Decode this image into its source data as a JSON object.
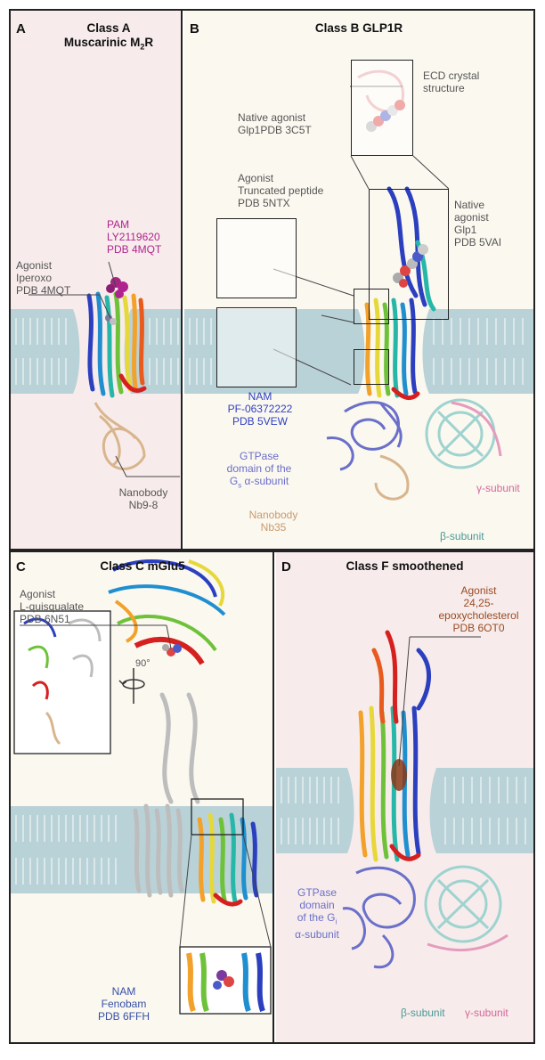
{
  "panels": {
    "A": {
      "letter": "A",
      "title_line1": "Class A",
      "title_line2": "Muscarinic M",
      "title_sub": "2",
      "title_end": "R",
      "pam": [
        "PAM",
        "LY2119620",
        "PDB 4MQT"
      ],
      "agonist": [
        "Agonist",
        "Iperoxo",
        "PDB 4MQT"
      ],
      "nanobody": [
        "Nanobody",
        "Nb9-8"
      ]
    },
    "B": {
      "letter": "B",
      "title": "Class B GLP1R",
      "ecd": [
        "ECD crystal",
        "structure"
      ],
      "native_crystal": [
        "Native agonist",
        "Glp1PDB 3C5T"
      ],
      "truncated": [
        "Agonist",
        "Truncated peptide",
        "PDB 5NTX"
      ],
      "native_agonist": [
        "Native",
        "agonist",
        "Glp1",
        "PDB 5VAI"
      ],
      "nam": [
        "NAM",
        "PF-06372222",
        "PDB 5VEW"
      ],
      "gtpase_l1": "GTPase",
      "gtpase_l2": "domain of the",
      "gtpase_l3a": "G",
      "gtpase_l3sub": "s",
      "gtpase_l3b": " α-subunit",
      "gamma": "γ-subunit",
      "nanobody": [
        "Nanobody",
        "Nb35"
      ],
      "beta": "β-subunit"
    },
    "C": {
      "letter": "C",
      "title": "Class C mGlu5",
      "agonist": [
        "Agonist",
        "L-quisqualate",
        "PDB 6N51"
      ],
      "rotation": "90°",
      "nam": [
        "NAM",
        "Fenobam",
        "PDB 6FFH"
      ]
    },
    "D": {
      "letter": "D",
      "title": "Class F smoothened",
      "agonist": [
        "Agonist",
        "24,25-",
        "epoxycholesterol",
        "PDB 6OT0"
      ],
      "gtpase_l1": "GTPase",
      "gtpase_l2": "domain",
      "gtpase_l3a": "of the G",
      "gtpase_l3sub": "i",
      "gtpase_l4": "α-subunit",
      "beta": "β-subunit",
      "gamma": "γ-subunit"
    }
  },
  "colors": {
    "membrane": "#b9d2d8",
    "lipid_line": "#e8f1f3",
    "helix_colors": [
      "#2b3fbf",
      "#1f8fd0",
      "#26b7a8",
      "#6ec23a",
      "#e6d83a",
      "#f2a12a",
      "#e85a1e",
      "#d6201f"
    ],
    "gtpase": "#6a6fc9",
    "beta": "#9fd3cf",
    "gamma": "#e59bbd",
    "nanobody": "#d9b58d",
    "grey_protein": "#bdbdbd"
  }
}
